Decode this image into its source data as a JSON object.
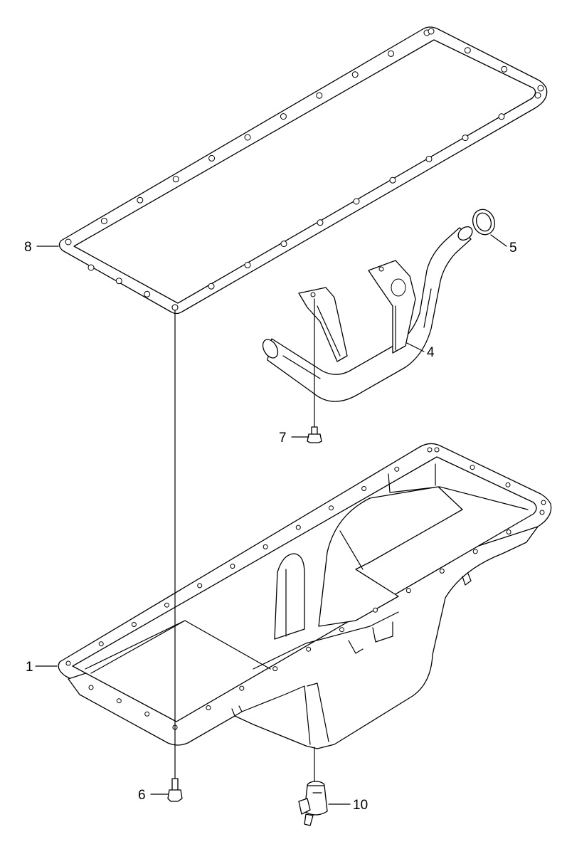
{
  "callouts": {
    "c1": "1",
    "c4": "4",
    "c5": "5",
    "c6": "6",
    "c7": "7",
    "c8": "8",
    "c10": "10"
  },
  "colors": {
    "line": "#000000",
    "background": "#ffffff"
  }
}
